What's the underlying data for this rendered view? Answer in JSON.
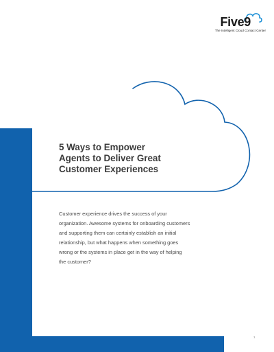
{
  "logo": {
    "wordmark": "Five9",
    "tagline": "The Intelligent Cloud Contact Center"
  },
  "title": {
    "lines": [
      "5 Ways to Empower",
      "Agents to Deliver Great",
      "Customer Experiences"
    ]
  },
  "body": {
    "lines": [
      "Customer experience drives the success of your",
      "organization. Awesome systems for onboarding customers",
      "and supporting them can certainly establish an initial",
      "relationship, but what happens when something goes",
      "wrong or the systems in place get in the way of helping",
      "the customer?"
    ]
  },
  "page_number": "1",
  "colors": {
    "brand_blue": "#1162ad",
    "title_text": "#3b3b3b",
    "body_text": "#4a4a4a",
    "logo_cloud": "#1a8fd6"
  }
}
